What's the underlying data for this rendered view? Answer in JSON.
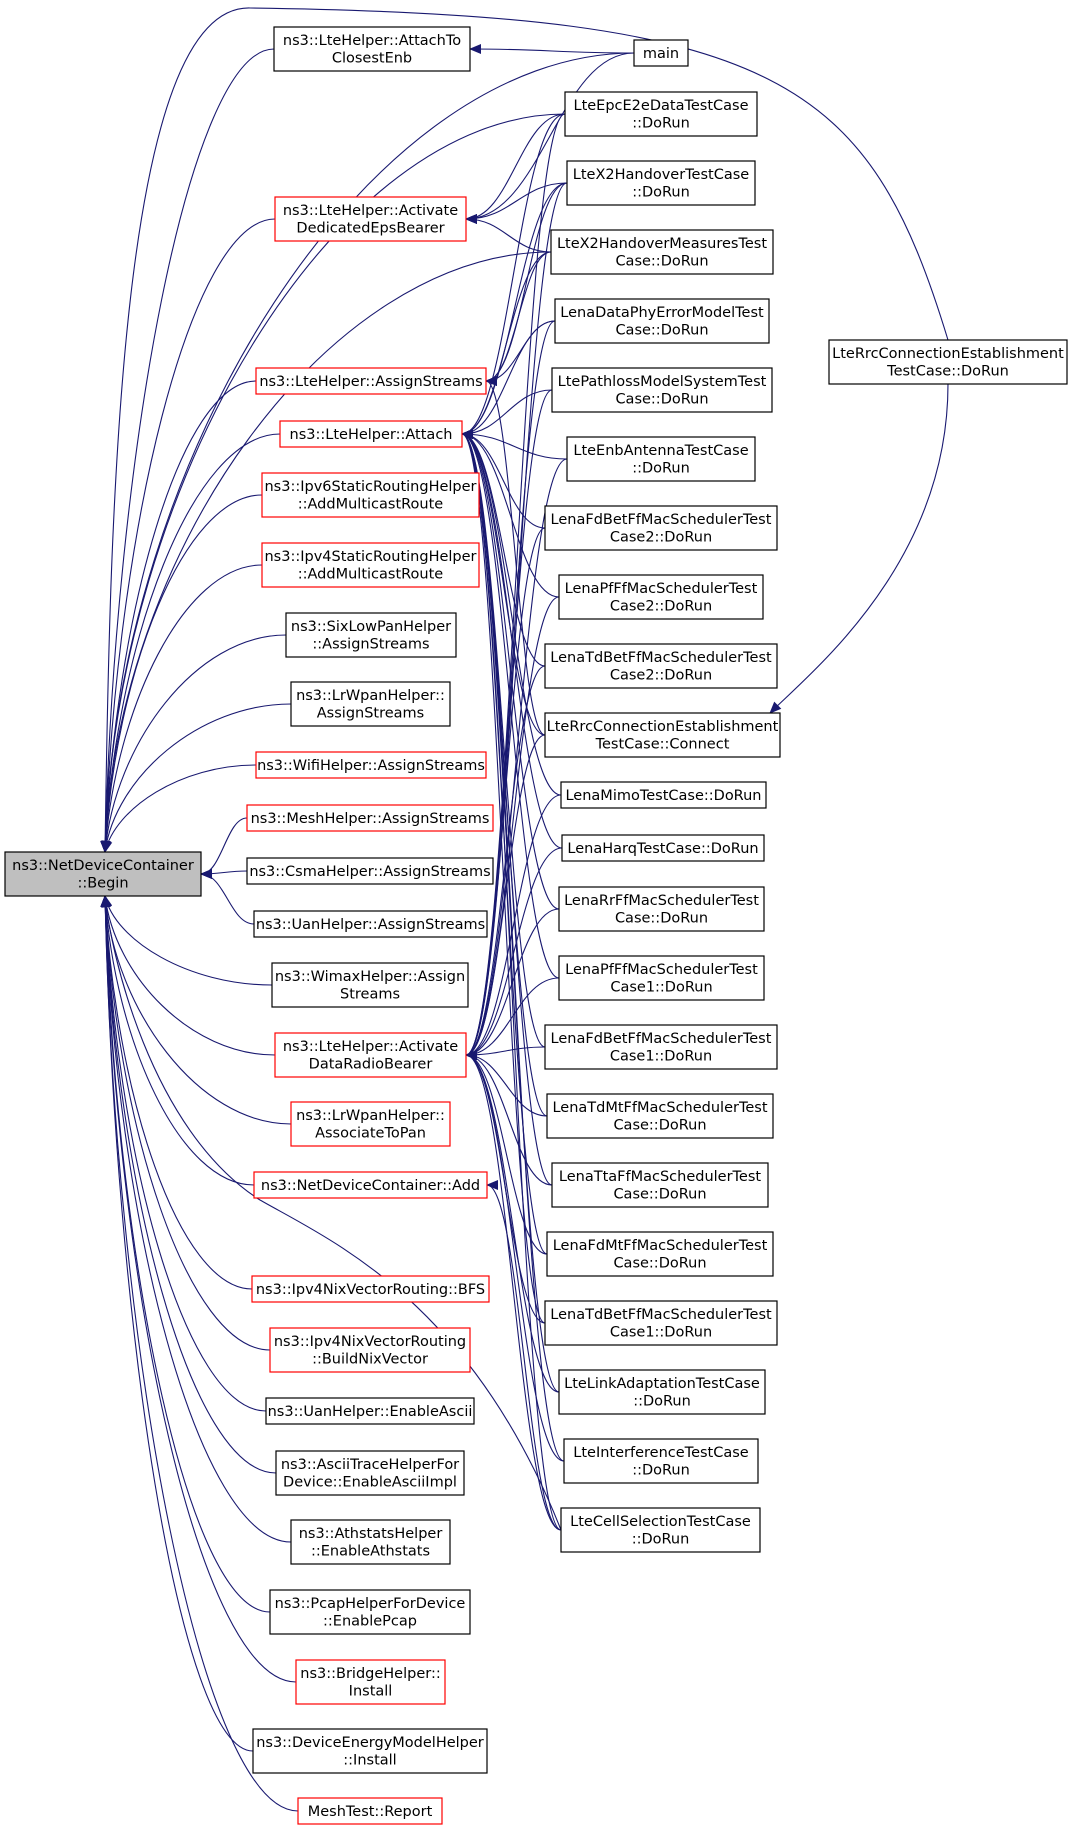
{
  "colors": {
    "edge": "#191970",
    "border_black": "#000000",
    "border_red": "#ff0000",
    "root_fill": "#bfbfbf",
    "node_fill": "#ffffff"
  },
  "nodes": [
    {
      "id": "root",
      "lines": [
        "ns3::NetDeviceContainer",
        "::Begin"
      ],
      "style": "root"
    },
    {
      "id": "attachToClosestEnb",
      "lines": [
        "ns3::LteHelper::AttachTo",
        "ClosestEnb"
      ],
      "style": "black"
    },
    {
      "id": "activateDedicatedEpsBearer",
      "lines": [
        "ns3::LteHelper::Activate",
        "DedicatedEpsBearer"
      ],
      "style": "red"
    },
    {
      "id": "lteAssignStreams",
      "lines": [
        "ns3::LteHelper::AssignStreams"
      ],
      "style": "red"
    },
    {
      "id": "lteAttach",
      "lines": [
        "ns3::LteHelper::Attach"
      ],
      "style": "red"
    },
    {
      "id": "ipv6AddMulticast",
      "lines": [
        "ns3::Ipv6StaticRoutingHelper",
        "::AddMulticastRoute"
      ],
      "style": "red"
    },
    {
      "id": "ipv4AddMulticast",
      "lines": [
        "ns3::Ipv4StaticRoutingHelper",
        "::AddMulticastRoute"
      ],
      "style": "red"
    },
    {
      "id": "sixLowPan",
      "lines": [
        "ns3::SixLowPanHelper",
        "::AssignStreams"
      ],
      "style": "black"
    },
    {
      "id": "lrWpanAssign",
      "lines": [
        "ns3::LrWpanHelper::",
        "AssignStreams"
      ],
      "style": "black"
    },
    {
      "id": "wifiAssign",
      "lines": [
        "ns3::WifiHelper::AssignStreams"
      ],
      "style": "red"
    },
    {
      "id": "meshAssign",
      "lines": [
        "ns3::MeshHelper::AssignStreams"
      ],
      "style": "red"
    },
    {
      "id": "csmaAssign",
      "lines": [
        "ns3::CsmaHelper::AssignStreams"
      ],
      "style": "black"
    },
    {
      "id": "uanAssign",
      "lines": [
        "ns3::UanHelper::AssignStreams"
      ],
      "style": "black"
    },
    {
      "id": "wimaxAssign",
      "lines": [
        "ns3::WimaxHelper::Assign",
        "Streams"
      ],
      "style": "black"
    },
    {
      "id": "activateDataRadioBearer",
      "lines": [
        "ns3::LteHelper::Activate",
        "DataRadioBearer"
      ],
      "style": "red"
    },
    {
      "id": "associateToPan",
      "lines": [
        "ns3::LrWpanHelper::",
        "AssociateToPan"
      ],
      "style": "red"
    },
    {
      "id": "ndcAdd",
      "lines": [
        "ns3::NetDeviceContainer::Add"
      ],
      "style": "red"
    },
    {
      "id": "nixBfs",
      "lines": [
        "ns3::Ipv4NixVectorRouting::BFS"
      ],
      "style": "red"
    },
    {
      "id": "nixBuild",
      "lines": [
        "ns3::Ipv4NixVectorRouting",
        "::BuildNixVector"
      ],
      "style": "red"
    },
    {
      "id": "uanAscii",
      "lines": [
        "ns3::UanHelper::EnableAscii"
      ],
      "style": "black"
    },
    {
      "id": "asciiTrace",
      "lines": [
        "ns3::AsciiTraceHelperFor",
        "Device::EnableAsciiImpl"
      ],
      "style": "black"
    },
    {
      "id": "athstats",
      "lines": [
        "ns3::AthstatsHelper",
        "::EnableAthstats"
      ],
      "style": "black"
    },
    {
      "id": "pcap",
      "lines": [
        "ns3::PcapHelperForDevice",
        "::EnablePcap"
      ],
      "style": "black"
    },
    {
      "id": "bridgeInstall",
      "lines": [
        "ns3::BridgeHelper::",
        "Install"
      ],
      "style": "red"
    },
    {
      "id": "energyInstall",
      "lines": [
        "ns3::DeviceEnergyModelHelper",
        "::Install"
      ],
      "style": "black"
    },
    {
      "id": "meshReport",
      "lines": [
        "MeshTest::Report"
      ],
      "style": "red"
    },
    {
      "id": "main",
      "lines": [
        "main"
      ],
      "style": "black"
    },
    {
      "id": "epcE2e",
      "lines": [
        "LteEpcE2eDataTestCase",
        "::DoRun"
      ],
      "style": "black"
    },
    {
      "id": "x2Handover",
      "lines": [
        "LteX2HandoverTestCase",
        "::DoRun"
      ],
      "style": "black"
    },
    {
      "id": "x2Measures",
      "lines": [
        "LteX2HandoverMeasuresTest",
        "Case::DoRun"
      ],
      "style": "black"
    },
    {
      "id": "phyError",
      "lines": [
        "LenaDataPhyErrorModelTest",
        "Case::DoRun"
      ],
      "style": "black"
    },
    {
      "id": "pathloss",
      "lines": [
        "LtePathlossModelSystemTest",
        "Case::DoRun"
      ],
      "style": "black"
    },
    {
      "id": "enbAntenna",
      "lines": [
        "LteEnbAntennaTestCase",
        "::DoRun"
      ],
      "style": "black"
    },
    {
      "id": "fdBet2",
      "lines": [
        "LenaFdBetFfMacSchedulerTest",
        "Case2::DoRun"
      ],
      "style": "black"
    },
    {
      "id": "pf2",
      "lines": [
        "LenaPfFfMacSchedulerTest",
        "Case2::DoRun"
      ],
      "style": "black"
    },
    {
      "id": "tdBet2",
      "lines": [
        "LenaTdBetFfMacSchedulerTest",
        "Case2::DoRun"
      ],
      "style": "black"
    },
    {
      "id": "rrcConnect",
      "lines": [
        "LteRrcConnectionEstablishment",
        "TestCase::Connect"
      ],
      "style": "black"
    },
    {
      "id": "mimo",
      "lines": [
        "LenaMimoTestCase::DoRun"
      ],
      "style": "black"
    },
    {
      "id": "harq",
      "lines": [
        "LenaHarqTestCase::DoRun"
      ],
      "style": "black"
    },
    {
      "id": "rr",
      "lines": [
        "LenaRrFfMacSchedulerTest",
        "Case::DoRun"
      ],
      "style": "black"
    },
    {
      "id": "pf1",
      "lines": [
        "LenaPfFfMacSchedulerTest",
        "Case1::DoRun"
      ],
      "style": "black"
    },
    {
      "id": "fdBet1",
      "lines": [
        "LenaFdBetFfMacSchedulerTest",
        "Case1::DoRun"
      ],
      "style": "black"
    },
    {
      "id": "tdMt",
      "lines": [
        "LenaTdMtFfMacSchedulerTest",
        "Case::DoRun"
      ],
      "style": "black"
    },
    {
      "id": "tta",
      "lines": [
        "LenaTtaFfMacSchedulerTest",
        "Case::DoRun"
      ],
      "style": "black"
    },
    {
      "id": "fdMt",
      "lines": [
        "LenaFdMtFfMacSchedulerTest",
        "Case::DoRun"
      ],
      "style": "black"
    },
    {
      "id": "tdBet1",
      "lines": [
        "LenaTdBetFfMacSchedulerTest",
        "Case1::DoRun"
      ],
      "style": "black"
    },
    {
      "id": "linkAdapt",
      "lines": [
        "LteLinkAdaptationTestCase",
        "::DoRun"
      ],
      "style": "black"
    },
    {
      "id": "interference",
      "lines": [
        "LteInterferenceTestCase",
        "::DoRun"
      ],
      "style": "black"
    },
    {
      "id": "cellSelection",
      "lines": [
        "LteCellSelectionTestCase",
        "::DoRun"
      ],
      "style": "black"
    },
    {
      "id": "rrcDoRun",
      "lines": [
        "LteRrcConnectionEstablishment",
        "TestCase::DoRun"
      ],
      "style": "black"
    }
  ],
  "edges": [
    [
      "attachToClosestEnb",
      "root"
    ],
    [
      "activateDedicatedEpsBearer",
      "root"
    ],
    [
      "lteAssignStreams",
      "root"
    ],
    [
      "lteAttach",
      "root"
    ],
    [
      "ipv6AddMulticast",
      "root"
    ],
    [
      "ipv4AddMulticast",
      "root"
    ],
    [
      "sixLowPan",
      "root"
    ],
    [
      "lrWpanAssign",
      "root"
    ],
    [
      "wifiAssign",
      "root"
    ],
    [
      "meshAssign",
      "root"
    ],
    [
      "csmaAssign",
      "root"
    ],
    [
      "uanAssign",
      "root"
    ],
    [
      "wimaxAssign",
      "root"
    ],
    [
      "activateDataRadioBearer",
      "root"
    ],
    [
      "associateToPan",
      "root"
    ],
    [
      "ndcAdd",
      "root"
    ],
    [
      "nixBfs",
      "root"
    ],
    [
      "nixBuild",
      "root"
    ],
    [
      "uanAscii",
      "root"
    ],
    [
      "asciiTrace",
      "root"
    ],
    [
      "athstats",
      "root"
    ],
    [
      "pcap",
      "root"
    ],
    [
      "bridgeInstall",
      "root"
    ],
    [
      "energyInstall",
      "root"
    ],
    [
      "meshReport",
      "root"
    ],
    [
      "main",
      "root"
    ],
    [
      "epcE2e",
      "root"
    ],
    [
      "x2Measures",
      "root"
    ],
    [
      "rrcDoRun",
      "root"
    ],
    [
      "cellSelection",
      "root"
    ],
    [
      "main",
      "attachToClosestEnb"
    ],
    [
      "main",
      "activateDedicatedEpsBearer"
    ],
    [
      "epcE2e",
      "activateDedicatedEpsBearer"
    ],
    [
      "x2Handover",
      "activateDedicatedEpsBearer"
    ],
    [
      "x2Measures",
      "activateDedicatedEpsBearer"
    ],
    [
      "x2Handover",
      "lteAssignStreams"
    ],
    [
      "x2Measures",
      "lteAssignStreams"
    ],
    [
      "phyError",
      "lteAssignStreams"
    ],
    [
      "rrcConnect",
      "lteAssignStreams"
    ],
    [
      "epcE2e",
      "lteAttach"
    ],
    [
      "x2Handover",
      "lteAttach"
    ],
    [
      "x2Measures",
      "lteAttach"
    ],
    [
      "phyError",
      "lteAttach"
    ],
    [
      "pathloss",
      "lteAttach"
    ],
    [
      "enbAntenna",
      "lteAttach"
    ],
    [
      "fdBet2",
      "lteAttach"
    ],
    [
      "pf2",
      "lteAttach"
    ],
    [
      "tdBet2",
      "lteAttach"
    ],
    [
      "rrcConnect",
      "lteAttach"
    ],
    [
      "mimo",
      "lteAttach"
    ],
    [
      "harq",
      "lteAttach"
    ],
    [
      "rr",
      "lteAttach"
    ],
    [
      "pf1",
      "lteAttach"
    ],
    [
      "fdBet1",
      "lteAttach"
    ],
    [
      "tdMt",
      "lteAttach"
    ],
    [
      "tta",
      "lteAttach"
    ],
    [
      "fdMt",
      "lteAttach"
    ],
    [
      "tdBet1",
      "lteAttach"
    ],
    [
      "linkAdapt",
      "lteAttach"
    ],
    [
      "interference",
      "lteAttach"
    ],
    [
      "cellSelection",
      "lteAttach"
    ],
    [
      "epcE2e",
      "activateDataRadioBearer"
    ],
    [
      "x2Handover",
      "activateDataRadioBearer"
    ],
    [
      "phyError",
      "activateDataRadioBearer"
    ],
    [
      "pathloss",
      "activateDataRadioBearer"
    ],
    [
      "enbAntenna",
      "activateDataRadioBearer"
    ],
    [
      "fdBet2",
      "activateDataRadioBearer"
    ],
    [
      "pf2",
      "activateDataRadioBearer"
    ],
    [
      "tdBet2",
      "activateDataRadioBearer"
    ],
    [
      "rrcConnect",
      "activateDataRadioBearer"
    ],
    [
      "mimo",
      "activateDataRadioBearer"
    ],
    [
      "harq",
      "activateDataRadioBearer"
    ],
    [
      "rr",
      "activateDataRadioBearer"
    ],
    [
      "pf1",
      "activateDataRadioBearer"
    ],
    [
      "fdBet1",
      "activateDataRadioBearer"
    ],
    [
      "tdMt",
      "activateDataRadioBearer"
    ],
    [
      "tta",
      "activateDataRadioBearer"
    ],
    [
      "fdMt",
      "activateDataRadioBearer"
    ],
    [
      "tdBet1",
      "activateDataRadioBearer"
    ],
    [
      "linkAdapt",
      "activateDataRadioBearer"
    ],
    [
      "interference",
      "activateDataRadioBearer"
    ],
    [
      "cellSelection",
      "activateDataRadioBearer"
    ],
    [
      "cellSelection",
      "ndcAdd"
    ],
    [
      "rrcDoRun",
      "rrcConnect"
    ]
  ]
}
